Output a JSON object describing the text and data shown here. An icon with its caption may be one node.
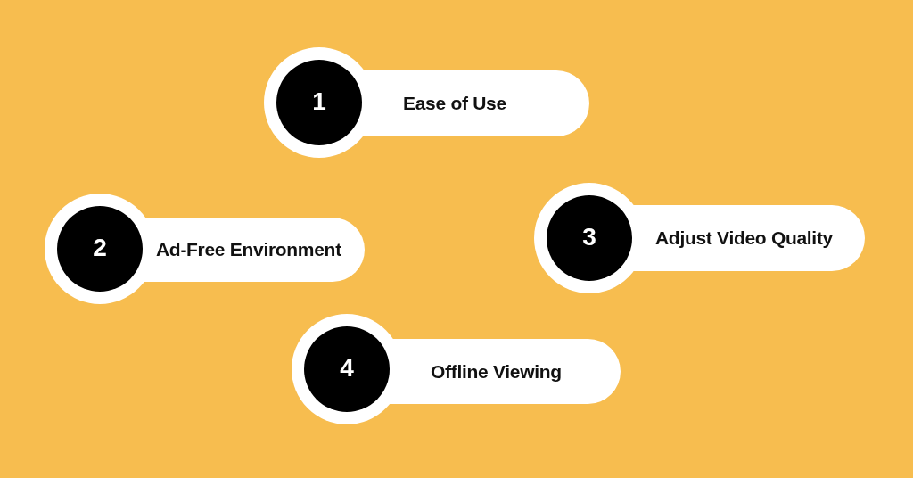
{
  "diagram": {
    "nodes": [
      {
        "text": [
          "Ease of Use"
        ]
      },
      {
        "text": [
          "1"
        ],
        "in": 0
      },
      {
        "text": [
          "Ad-Free Environment"
        ]
      },
      {
        "text": [
          "2"
        ],
        "in": 2
      },
      {
        "text": [
          "Adjust Video Quality"
        ]
      },
      {
        "text": [
          "3"
        ],
        "in": 4
      },
      {
        "text": [
          "Offline Viewing"
        ]
      },
      {
        "text": [
          "4"
        ],
        "in": 6
      }
    ]
  }
}
